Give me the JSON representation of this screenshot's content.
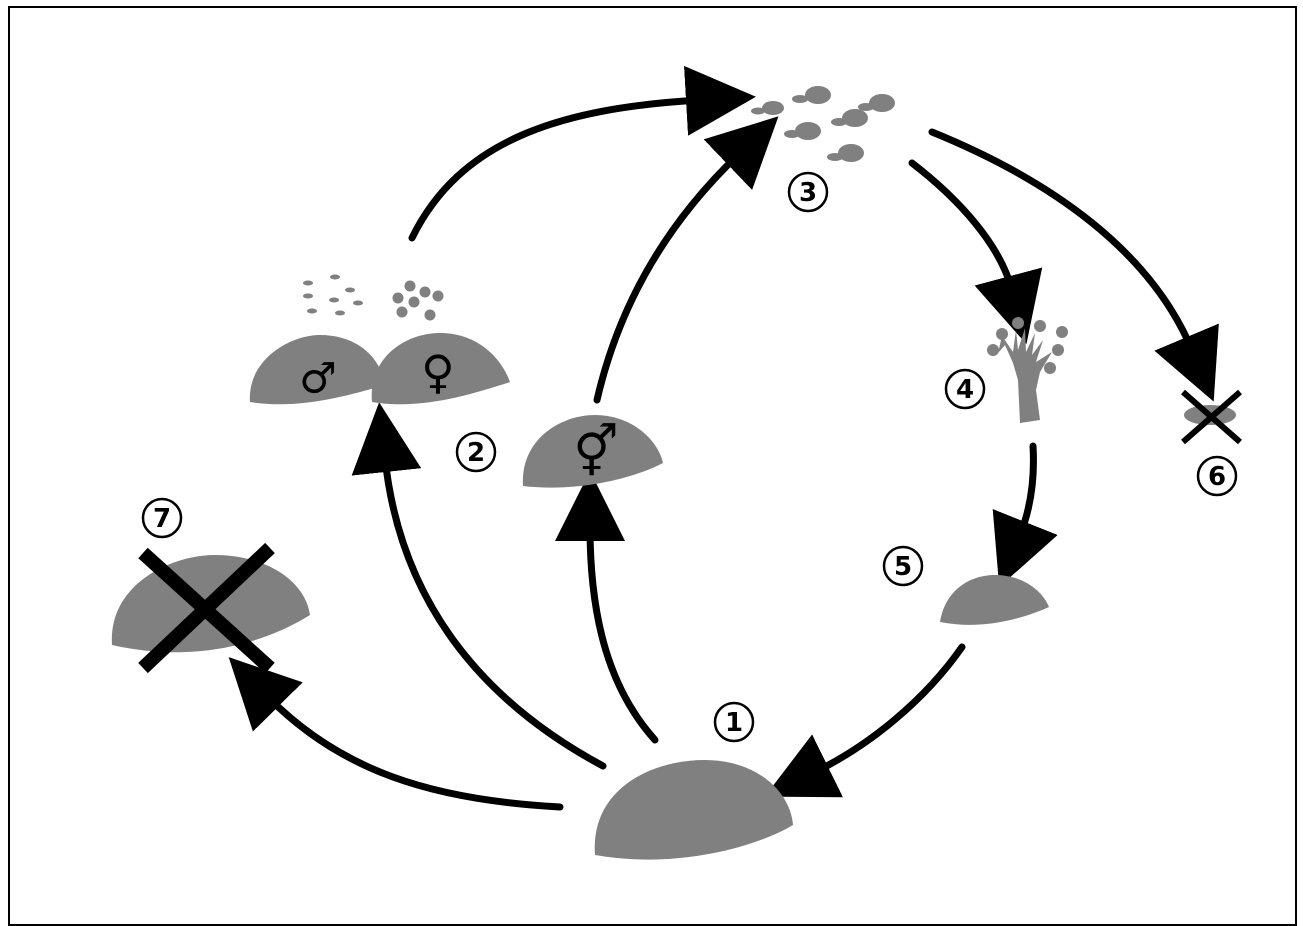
{
  "diagram": {
    "colors": {
      "shape": "#808080",
      "line": "#000000",
      "background": "#ffffff"
    },
    "stage_labels": {
      "s1": "1",
      "s2": "2",
      "s3": "3",
      "s4": "4",
      "s5": "5",
      "s6": "6",
      "s7": "7"
    },
    "symbols": {
      "male": "♂",
      "female": "♀",
      "hermaphrodite": "⚥"
    }
  }
}
